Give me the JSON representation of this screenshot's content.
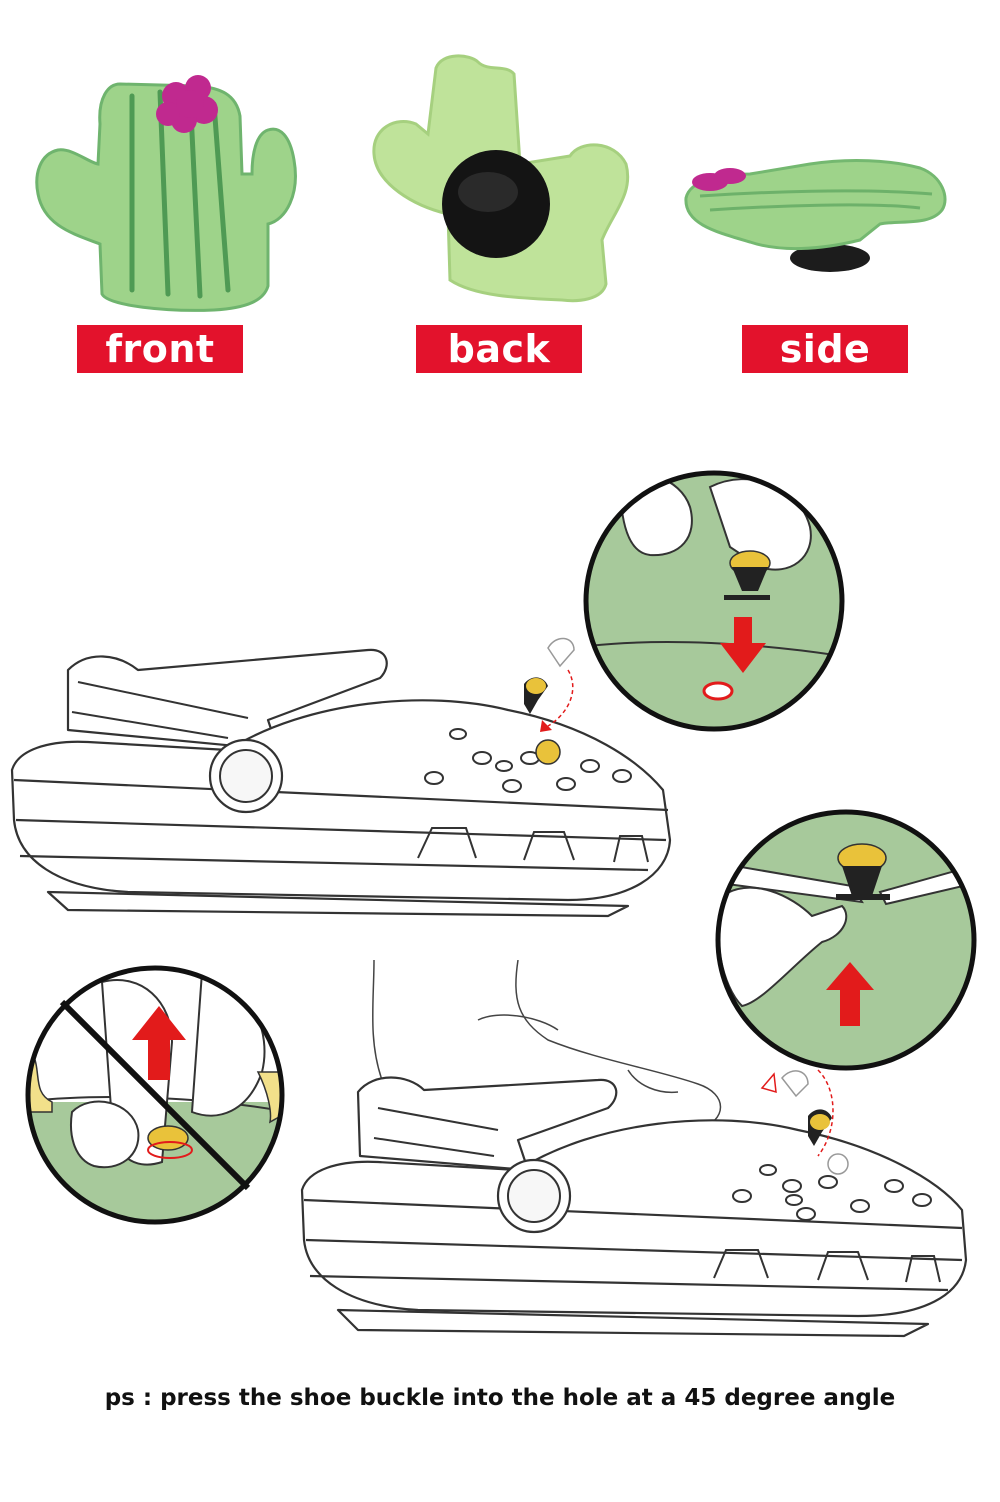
{
  "views": {
    "front_label": "front",
    "back_label": "back",
    "side_label": "side"
  },
  "caption": "ps : press the shoe buckle into the hole at a 45 degree angle",
  "colors": {
    "label_bg": "#e3122c",
    "cactus_green": "#9ed38a",
    "cactus_dark": "#4f9a54",
    "flower_pink": "#c0298f",
    "circle_bg": "#a7c99b",
    "arrow_red": "#e21b1b",
    "charm_yellow": "#e9c23a"
  },
  "icons": [
    "cactus-front-icon",
    "cactus-back-icon",
    "cactus-side-icon",
    "clog-icon",
    "inset-circle-icon",
    "arrow-down-icon",
    "arrow-up-icon",
    "prohibit-icon"
  ]
}
